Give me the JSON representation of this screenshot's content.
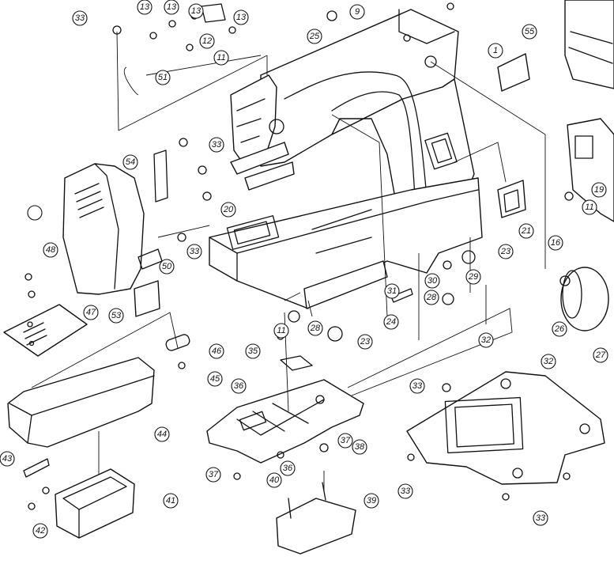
{
  "diagram": {
    "labels": [
      "1",
      "11",
      "13",
      "16",
      "19",
      "20",
      "21",
      "23",
      "24",
      "25",
      "26",
      "27",
      "28",
      "29",
      "30",
      "31",
      "32",
      "33",
      "35",
      "36",
      "37",
      "38",
      "39",
      "40",
      "41",
      "42",
      "43",
      "44",
      "45",
      "46",
      "47",
      "48",
      "50",
      "51",
      "53",
      "54",
      "55",
      "9",
      "12"
    ]
  }
}
